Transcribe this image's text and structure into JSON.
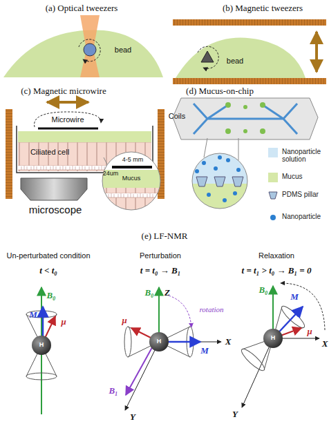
{
  "diagram": {
    "labels": [
      "(a) Optical tweezers",
      "bead",
      "(b) Magnetic tweezers",
      "bead",
      "(c) Magnetic microwire",
      "Coils",
      "Microwire",
      "Ciliated cell",
      "microscope",
      "24um",
      "4-5 mm",
      "Mucus",
      "(d) Mucus-on-chip",
      "(e) LF-NMR",
      "Un-perturbated condition",
      "t < t₀",
      "Perturbation",
      "t = t₀ → B₁",
      "Relaxation",
      "t = t₁ > t₀ → B₁ = 0",
      "B₀",
      "M",
      "μ",
      "H",
      "B₀",
      "Z",
      "M",
      "X",
      "μ",
      "H",
      "rotation",
      "B₁",
      "Y",
      "B₀",
      "M",
      "X",
      "μ",
      "H",
      "Y"
    ],
    "legend": [
      {
        "text": "Nanoparticle solution",
        "color": "#cfe6f5"
      },
      {
        "text": "Mucus",
        "color": "#d6e8a8"
      },
      {
        "text": "PDMS pillar"
      },
      {
        "text": "Nanoparticle"
      }
    ]
  }
}
